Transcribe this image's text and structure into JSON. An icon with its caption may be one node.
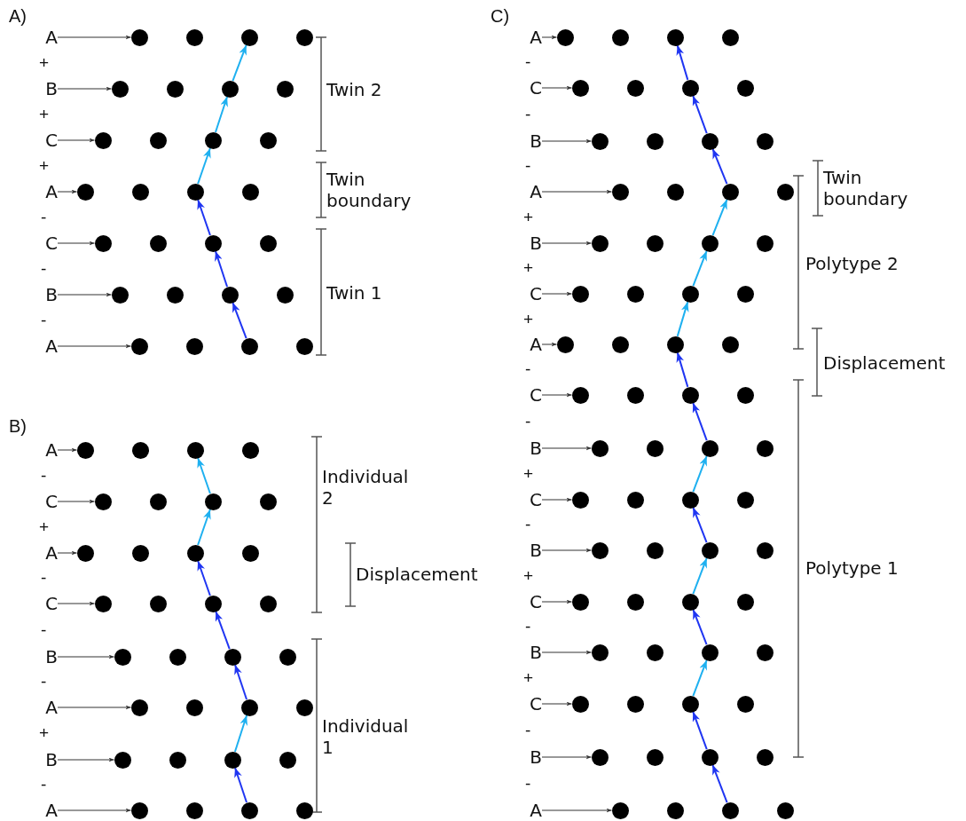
{
  "diagram": {
    "nodes": [
      {
        "text": [
          "A"
        ]
      },
      {
        "text": [],
        "shape": "circle"
      },
      {
        "text": [],
        "shape": "circle"
      },
      {
        "text": [],
        "shape": "circle"
      },
      {
        "text": [],
        "shape": "circle"
      },
      {
        "text": [
          "B"
        ]
      },
      {
        "text": [],
        "shape": "circle"
      },
      {
        "text": [],
        "shape": "circle"
      },
      {
        "text": [],
        "shape": "circle"
      },
      {
        "text": [],
        "shape": "circle"
      },
      {
        "text": [
          "C"
        ]
      },
      {
        "text": [],
        "shape": "circle"
      },
      {
        "text": [],
        "shape": "circle"
      },
      {
        "text": [],
        "shape": "circle"
      },
      {
        "text": [],
        "shape": "circle"
      },
      {
        "text": [
          "A"
        ]
      },
      {
        "text": [],
        "shape": "circle"
      },
      {
        "text": [],
        "shape": "circle"
      },
      {
        "text": [],
        "shape": "circle"
      },
      {
        "text": [],
        "shape": "circle"
      },
      {
        "text": [
          "C"
        ]
      },
      {
        "text": [],
        "shape": "circle"
      },
      {
        "text": [],
        "shape": "circle"
      },
      {
        "text": [],
        "shape": "circle"
      },
      {
        "text": [],
        "shape": "circle"
      },
      {
        "text": [
          "B"
        ]
      },
      {
        "text": [],
        "shape": "circle"
      },
      {
        "text": [],
        "shape": "circle"
      },
      {
        "text": [],
        "shape": "circle"
      },
      {
        "text": [],
        "shape": "circle"
      },
      {
        "text": [
          "A"
        ]
      },
      {
        "text": [],
        "shape": "circle"
      },
      {
        "text": [],
        "shape": "circle"
      },
      {
        "text": [],
        "shape": "circle"
      },
      {
        "text": [],
        "shape": "circle"
      },
      {
        "text": [
          "A"
        ]
      },
      {
        "text": [],
        "shape": "circle"
      },
      {
        "text": [],
        "shape": "circle"
      },
      {
        "text": [],
        "shape": "circle"
      },
      {
        "text": [],
        "shape": "circle"
      },
      {
        "text": [
          "C"
        ]
      },
      {
        "text": [],
        "shape": "circle"
      },
      {
        "text": [],
        "shape": "circle"
      },
      {
        "text": [],
        "shape": "circle"
      },
      {
        "text": [],
        "shape": "circle"
      },
      {
        "text": [
          "A"
        ]
      },
      {
        "text": [],
        "shape": "circle"
      },
      {
        "text": [],
        "shape": "circle"
      },
      {
        "text": [],
        "shape": "circle"
      },
      {
        "text": [],
        "shape": "circle"
      },
      {
        "text": [
          "C"
        ]
      },
      {
        "text": [],
        "shape": "circle"
      },
      {
        "text": [],
        "shape": "circle"
      },
      {
        "text": [],
        "shape": "circle"
      },
      {
        "text": [],
        "shape": "circle"
      },
      {
        "text": [
          "B"
        ]
      },
      {
        "text": [],
        "shape": "circle"
      },
      {
        "text": [],
        "shape": "circle"
      },
      {
        "text": [],
        "shape": "circle"
      },
      {
        "text": [],
        "shape": "circle"
      },
      {
        "text": [
          "A"
        ]
      },
      {
        "text": [],
        "shape": "circle"
      },
      {
        "text": [],
        "shape": "circle"
      },
      {
        "text": [],
        "shape": "circle"
      },
      {
        "text": [],
        "shape": "circle"
      },
      {
        "text": [
          "B"
        ]
      },
      {
        "text": [],
        "shape": "circle"
      },
      {
        "text": [],
        "shape": "circle"
      },
      {
        "text": [],
        "shape": "circle"
      },
      {
        "text": [],
        "shape": "circle"
      },
      {
        "text": [
          "A"
        ]
      },
      {
        "text": [],
        "shape": "circle"
      },
      {
        "text": [],
        "shape": "circle"
      },
      {
        "text": [],
        "shape": "circle"
      },
      {
        "text": [],
        "shape": "circle"
      },
      {
        "text": [
          "A"
        ]
      },
      {
        "text": [],
        "shape": "circle"
      },
      {
        "text": [],
        "shape": "circle"
      },
      {
        "text": [],
        "shape": "circle"
      },
      {
        "text": [],
        "shape": "circle"
      },
      {
        "text": [
          "C"
        ]
      },
      {
        "text": [],
        "shape": "circle"
      },
      {
        "text": [],
        "shape": "circle"
      },
      {
        "text": [],
        "shape": "circle"
      },
      {
        "text": [],
        "shape": "circle"
      },
      {
        "text": [
          "B"
        ]
      },
      {
        "text": [],
        "shape": "circle"
      },
      {
        "text": [],
        "shape": "circle"
      },
      {
        "text": [],
        "shape": "circle"
      },
      {
        "text": [],
        "shape": "circle"
      },
      {
        "text": [
          "A"
        ]
      },
      {
        "text": [],
        "shape": "circle"
      },
      {
        "text": [],
        "shape": "circle"
      },
      {
        "text": [],
        "shape": "circle"
      },
      {
        "text": [],
        "shape": "circle"
      },
      {
        "text": [
          "B"
        ]
      },
      {
        "text": [],
        "shape": "circle"
      },
      {
        "text": [],
        "shape": "circle"
      },
      {
        "text": [],
        "shape": "circle"
      },
      {
        "text": [],
        "shape": "circle"
      },
      {
        "text": [
          "C"
        ]
      },
      {
        "text": [],
        "shape": "circle"
      },
      {
        "text": [],
        "shape": "circle"
      },
      {
        "text": [],
        "shape": "circle"
      },
      {
        "text": [],
        "shape": "circle"
      },
      {
        "text": [
          "A"
        ]
      },
      {
        "text": [],
        "shape": "circle"
      },
      {
        "text": [],
        "shape": "circle"
      },
      {
        "text": [],
        "shape": "circle"
      },
      {
        "text": [],
        "shape": "circle"
      },
      {
        "text": [
          "C"
        ]
      },
      {
        "text": [],
        "shape": "circle"
      },
      {
        "text": [],
        "shape": "circle"
      },
      {
        "text": [],
        "shape": "circle"
      },
      {
        "text": [],
        "shape": "circle"
      },
      {
        "text": [
          "B"
        ]
      },
      {
        "text": [],
        "shape": "circle"
      },
      {
        "text": [],
        "shape": "circle"
      },
      {
        "text": [],
        "shape": "circle"
      },
      {
        "text": [],
        "shape": "circle"
      },
      {
        "text": [
          "C"
        ]
      },
      {
        "text": [],
        "shape": "circle"
      },
      {
        "text": [],
        "shape": "circle"
      },
      {
        "text": [],
        "shape": "circle"
      },
      {
        "text": [],
        "shape": "circle"
      },
      {
        "text": [
          "B"
        ]
      },
      {
        "text": [],
        "shape": "circle"
      },
      {
        "text": [],
        "shape": "circle"
      },
      {
        "text": [],
        "shape": "circle"
      },
      {
        "text": [],
        "shape": "circle"
      },
      {
        "text": [
          "C"
        ]
      },
      {
        "text": [],
        "shape": "circle"
      },
      {
        "text": [],
        "shape": "circle"
      },
      {
        "text": [],
        "shape": "circle"
      },
      {
        "text": [],
        "shape": "circle"
      },
      {
        "text": [
          "B"
        ]
      },
      {
        "text": [],
        "shape": "circle"
      },
      {
        "text": [],
        "shape": "circle"
      },
      {
        "text": [],
        "shape": "circle"
      },
      {
        "text": [],
        "shape": "circle"
      },
      {
        "text": [
          "C"
        ]
      },
      {
        "text": [],
        "shape": "circle"
      },
      {
        "text": [],
        "shape": "circle"
      },
      {
        "text": [],
        "shape": "circle"
      },
      {
        "text": [],
        "shape": "circle"
      },
      {
        "text": [
          "B"
        ]
      },
      {
        "text": [],
        "shape": "circle"
      },
      {
        "text": [],
        "shape": "circle"
      },
      {
        "text": [],
        "shape": "circle"
      },
      {
        "text": [],
        "shape": "circle"
      },
      {
        "text": [
          "A"
        ]
      },
      {
        "text": [],
        "shape": "circle"
      },
      {
        "text": [],
        "shape": "circle"
      },
      {
        "text": [],
        "shape": "circle"
      },
      {
        "text": [],
        "shape": "circle"
      }
    ],
    "edges": [
      {
        "from": 0,
        "to": 1,
        "arrow": "to"
      },
      {
        "from": 5,
        "to": 6,
        "arrow": "to"
      },
      {
        "from": 10,
        "to": 11,
        "arrow": "to"
      },
      {
        "from": 15,
        "to": 16,
        "arrow": "to"
      },
      {
        "from": 20,
        "to": 21,
        "arrow": "to"
      },
      {
        "from": 25,
        "to": 26,
        "arrow": "to"
      },
      {
        "from": 30,
        "to": 31,
        "arrow": "to"
      },
      {
        "from": 35,
        "to": 36,
        "arrow": "to"
      },
      {
        "from": 40,
        "to": 41,
        "arrow": "to"
      },
      {
        "from": 45,
        "to": 46,
        "arrow": "to"
      },
      {
        "from": 50,
        "to": 51,
        "arrow": "to"
      },
      {
        "from": 55,
        "to": 56,
        "arrow": "to"
      },
      {
        "from": 60,
        "to": 61,
        "arrow": "to"
      },
      {
        "from": 65,
        "to": 66,
        "arrow": "to"
      },
      {
        "from": 70,
        "to": 71,
        "arrow": "to"
      },
      {
        "from": 75,
        "to": 76,
        "arrow": "to"
      },
      {
        "from": 80,
        "to": 81,
        "arrow": "to"
      },
      {
        "from": 85,
        "to": 86,
        "arrow": "to"
      },
      {
        "from": 90,
        "to": 91,
        "arrow": "to"
      },
      {
        "from": 95,
        "to": 96,
        "arrow": "to"
      },
      {
        "from": 100,
        "to": 101,
        "arrow": "to"
      },
      {
        "from": 105,
        "to": 106,
        "arrow": "to"
      },
      {
        "from": 110,
        "to": 111,
        "arrow": "to"
      },
      {
        "from": 115,
        "to": 116,
        "arrow": "to"
      },
      {
        "from": 120,
        "to": 121,
        "arrow": "to"
      },
      {
        "from": 125,
        "to": 126,
        "arrow": "to"
      },
      {
        "from": 130,
        "to": 131,
        "arrow": "to"
      },
      {
        "from": 135,
        "to": 136,
        "arrow": "to"
      },
      {
        "from": 140,
        "to": 141,
        "arrow": "to"
      },
      {
        "from": 145,
        "to": 146,
        "arrow": "to"
      },
      {
        "from": 150,
        "to": 151,
        "arrow": "to"
      },
      {
        "from": 33,
        "to": 28,
        "arrow": "to",
        "color": "#1f35f2"
      },
      {
        "from": 28,
        "to": 23,
        "arrow": "to",
        "color": "#1f35f2"
      },
      {
        "from": 23,
        "to": 18,
        "arrow": "to",
        "color": "#1f35f2"
      },
      {
        "from": 18,
        "to": 13,
        "arrow": "to",
        "color": "#1eb0f0"
      },
      {
        "from": 13,
        "to": 8,
        "arrow": "to",
        "color": "#1eb0f0"
      },
      {
        "from": 8,
        "to": 3,
        "arrow": "to",
        "color": "#1eb0f0"
      },
      {
        "from": 73,
        "to": 68,
        "arrow": "to",
        "color": "#1f35f2"
      },
      {
        "from": 68,
        "to": 63,
        "arrow": "to",
        "color": "#1eb0f0"
      },
      {
        "from": 63,
        "to": 58,
        "arrow": "to",
        "color": "#1f35f2"
      },
      {
        "from": 58,
        "to": 53,
        "arrow": "to",
        "color": "#1f35f2"
      },
      {
        "from": 53,
        "to": 48,
        "arrow": "to",
        "color": "#1f35f2"
      },
      {
        "from": 48,
        "to": 43,
        "arrow": "to",
        "color": "#1eb0f0"
      },
      {
        "from": 43,
        "to": 38,
        "arrow": "to",
        "color": "#1eb0f0"
      },
      {
        "from": 153,
        "to": 148,
        "arrow": "to",
        "color": "#1f35f2"
      },
      {
        "from": 148,
        "to": 143,
        "arrow": "to",
        "color": "#1f35f2"
      },
      {
        "from": 143,
        "to": 138,
        "arrow": "to",
        "color": "#1eb0f0"
      },
      {
        "from": 138,
        "to": 133,
        "arrow": "to",
        "color": "#1f35f2"
      },
      {
        "from": 133,
        "to": 128,
        "arrow": "to",
        "color": "#1eb0f0"
      },
      {
        "from": 128,
        "to": 123,
        "arrow": "to",
        "color": "#1f35f2"
      },
      {
        "from": 123,
        "to": 118,
        "arrow": "to",
        "color": "#1eb0f0"
      },
      {
        "from": 118,
        "to": 113,
        "arrow": "to",
        "color": "#1f35f2"
      },
      {
        "from": 113,
        "to": 108,
        "arrow": "to",
        "color": "#1f35f2"
      },
      {
        "from": 108,
        "to": 103,
        "arrow": "to",
        "color": "#1eb0f0"
      },
      {
        "from": 103,
        "to": 98,
        "arrow": "to",
        "color": "#1eb0f0"
      },
      {
        "from": 98,
        "to": 93,
        "arrow": "to",
        "color": "#1eb0f0"
      },
      {
        "from": 93,
        "to": 88,
        "arrow": "to",
        "color": "#1f35f2"
      },
      {
        "from": 88,
        "to": 83,
        "arrow": "to",
        "color": "#1f35f2"
      },
      {
        "from": 83,
        "to": 78,
        "arrow": "to",
        "color": "#1f35f2"
      }
    ],
    "labels": [
      "A)",
      "+",
      "+",
      "+",
      "-",
      "-",
      "-",
      "Twin 2",
      "Twin boundary",
      "Twin 1",
      "B)",
      "-",
      "+",
      "-",
      "-",
      "-",
      "+",
      "-",
      "Individual 2",
      "Displacement",
      "Individual 1",
      "C)",
      "-",
      "-",
      "-",
      "+",
      "+",
      "+",
      "-",
      "-",
      "+",
      "-",
      "+",
      "-",
      "+",
      "-",
      "-",
      "Twin boundary",
      "Polytype 2",
      "Displacement",
      "Polytype 1"
    ]
  }
}
